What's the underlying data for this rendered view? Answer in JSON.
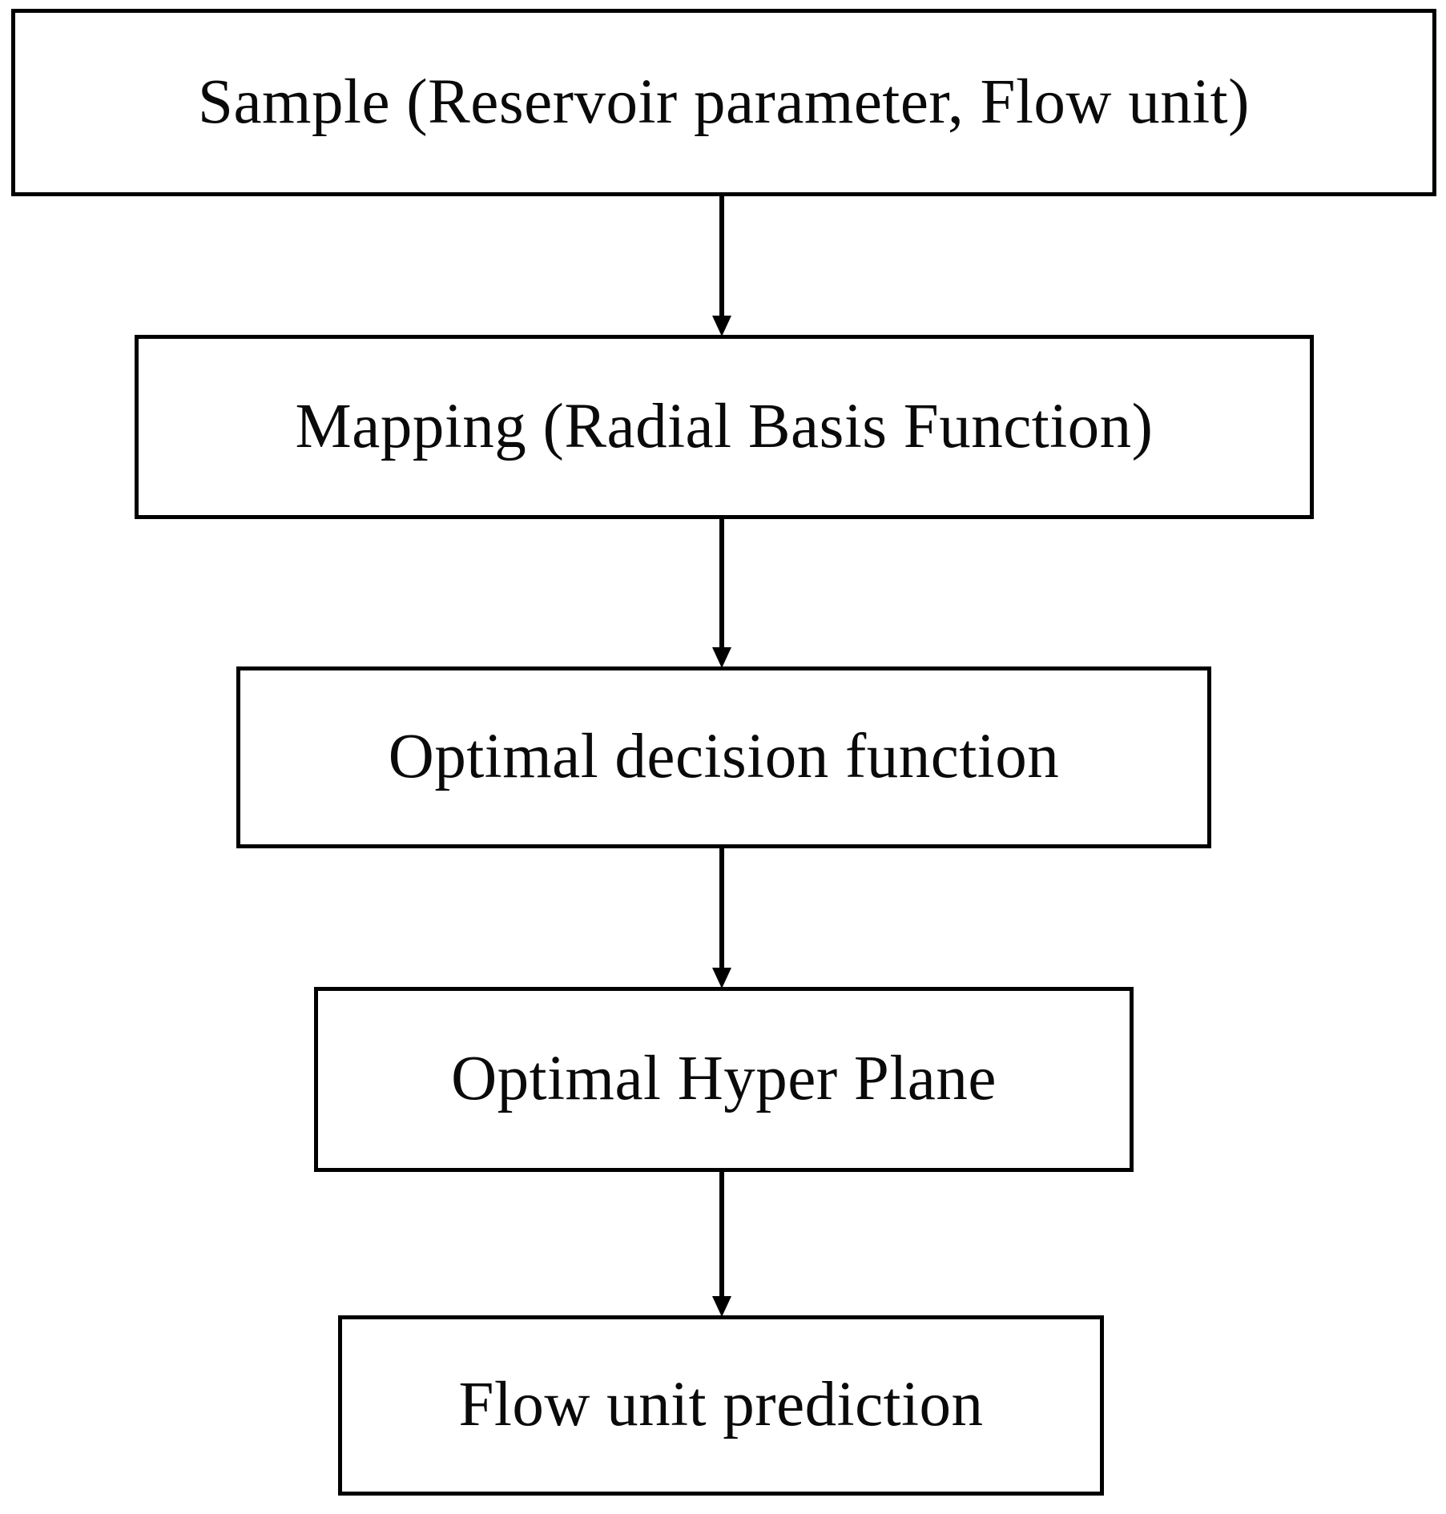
{
  "diagram": {
    "type": "flowchart",
    "orientation": "top-to-bottom",
    "background_color": "#ffffff",
    "line_color": "#000000",
    "text_color": "#0a0a0a",
    "nodes": [
      {
        "id": "sample",
        "label": "Sample (Reservoir parameter, Flow unit)",
        "shape": "rectangle",
        "order": 1
      },
      {
        "id": "mapping",
        "label": "Mapping (Radial Basis Function)",
        "shape": "rectangle",
        "order": 2
      },
      {
        "id": "decision",
        "label": "Optimal decision function",
        "shape": "rectangle",
        "order": 3
      },
      {
        "id": "hyperplane",
        "label": "Optimal Hyper Plane",
        "shape": "rectangle",
        "order": 4
      },
      {
        "id": "prediction",
        "label": "Flow unit prediction",
        "shape": "rectangle",
        "order": 5
      }
    ],
    "edges": [
      {
        "id": "edge-1",
        "from": "sample",
        "to": "mapping",
        "arrowhead": "filled-triangle-down",
        "label": ""
      },
      {
        "id": "edge-2",
        "from": "mapping",
        "to": "decision",
        "arrowhead": "filled-triangle-down",
        "label": ""
      },
      {
        "id": "edge-3",
        "from": "decision",
        "to": "hyperplane",
        "arrowhead": "filled-triangle-down",
        "label": ""
      },
      {
        "id": "edge-4",
        "from": "hyperplane",
        "to": "prediction",
        "arrowhead": "filled-triangle-down",
        "label": ""
      }
    ]
  }
}
